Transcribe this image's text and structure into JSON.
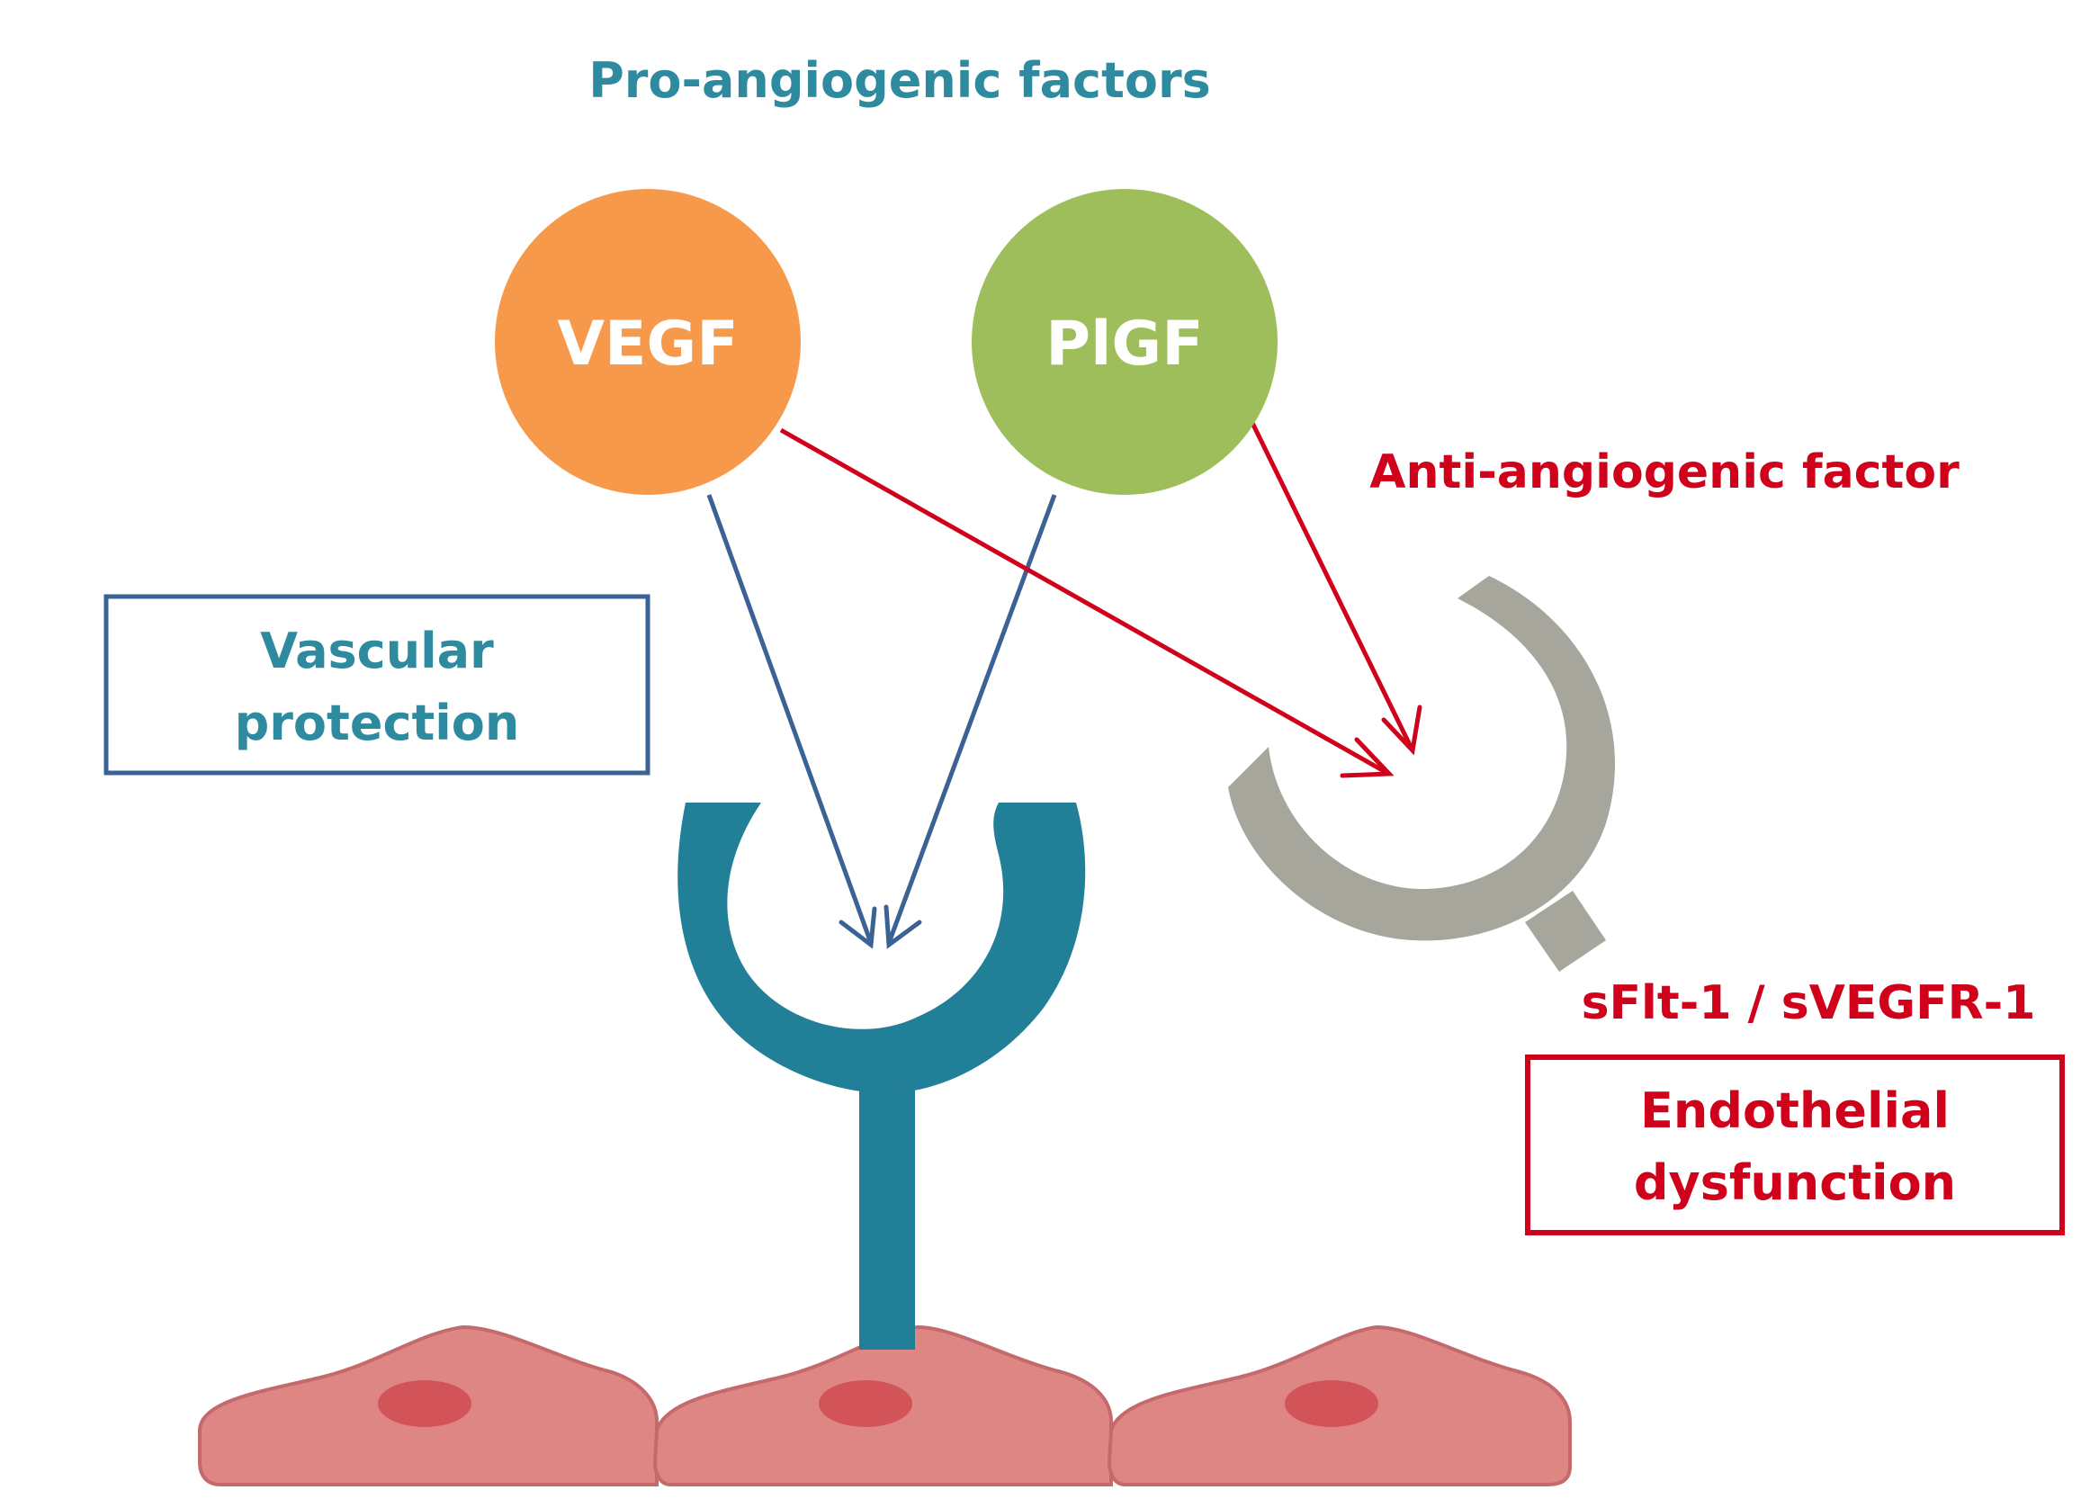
{
  "header": {
    "pro_label": "Pro-angiogenic factors"
  },
  "factors": [
    {
      "id": "vegf",
      "label": "VEGF"
    },
    {
      "id": "plgf",
      "label": "PlGF"
    }
  ],
  "anti": {
    "label": "Anti-angiogenic factor"
  },
  "receptor_soluble": {
    "label": "sFlt-1 / sVEGFR-1"
  },
  "boxes": {
    "protection": {
      "line1": "Vascular",
      "line2": "protection"
    },
    "dysfunction": {
      "line1": "Endothelial",
      "line2": "dysfunction"
    }
  },
  "colors": {
    "teal_text": "#2E8A9E",
    "red": "#D0021B",
    "vegf_fill": "#F6994A",
    "plgf_fill": "#9DBE5A",
    "blue_arrow": "#3A6295",
    "receptor_teal": "#217F97",
    "soluble_gray": "#A7A69C",
    "cell_fill": "#DE8684",
    "cell_stroke": "#C56A6C",
    "nucleus": "#D25458",
    "protection_border": "#3A6295"
  }
}
